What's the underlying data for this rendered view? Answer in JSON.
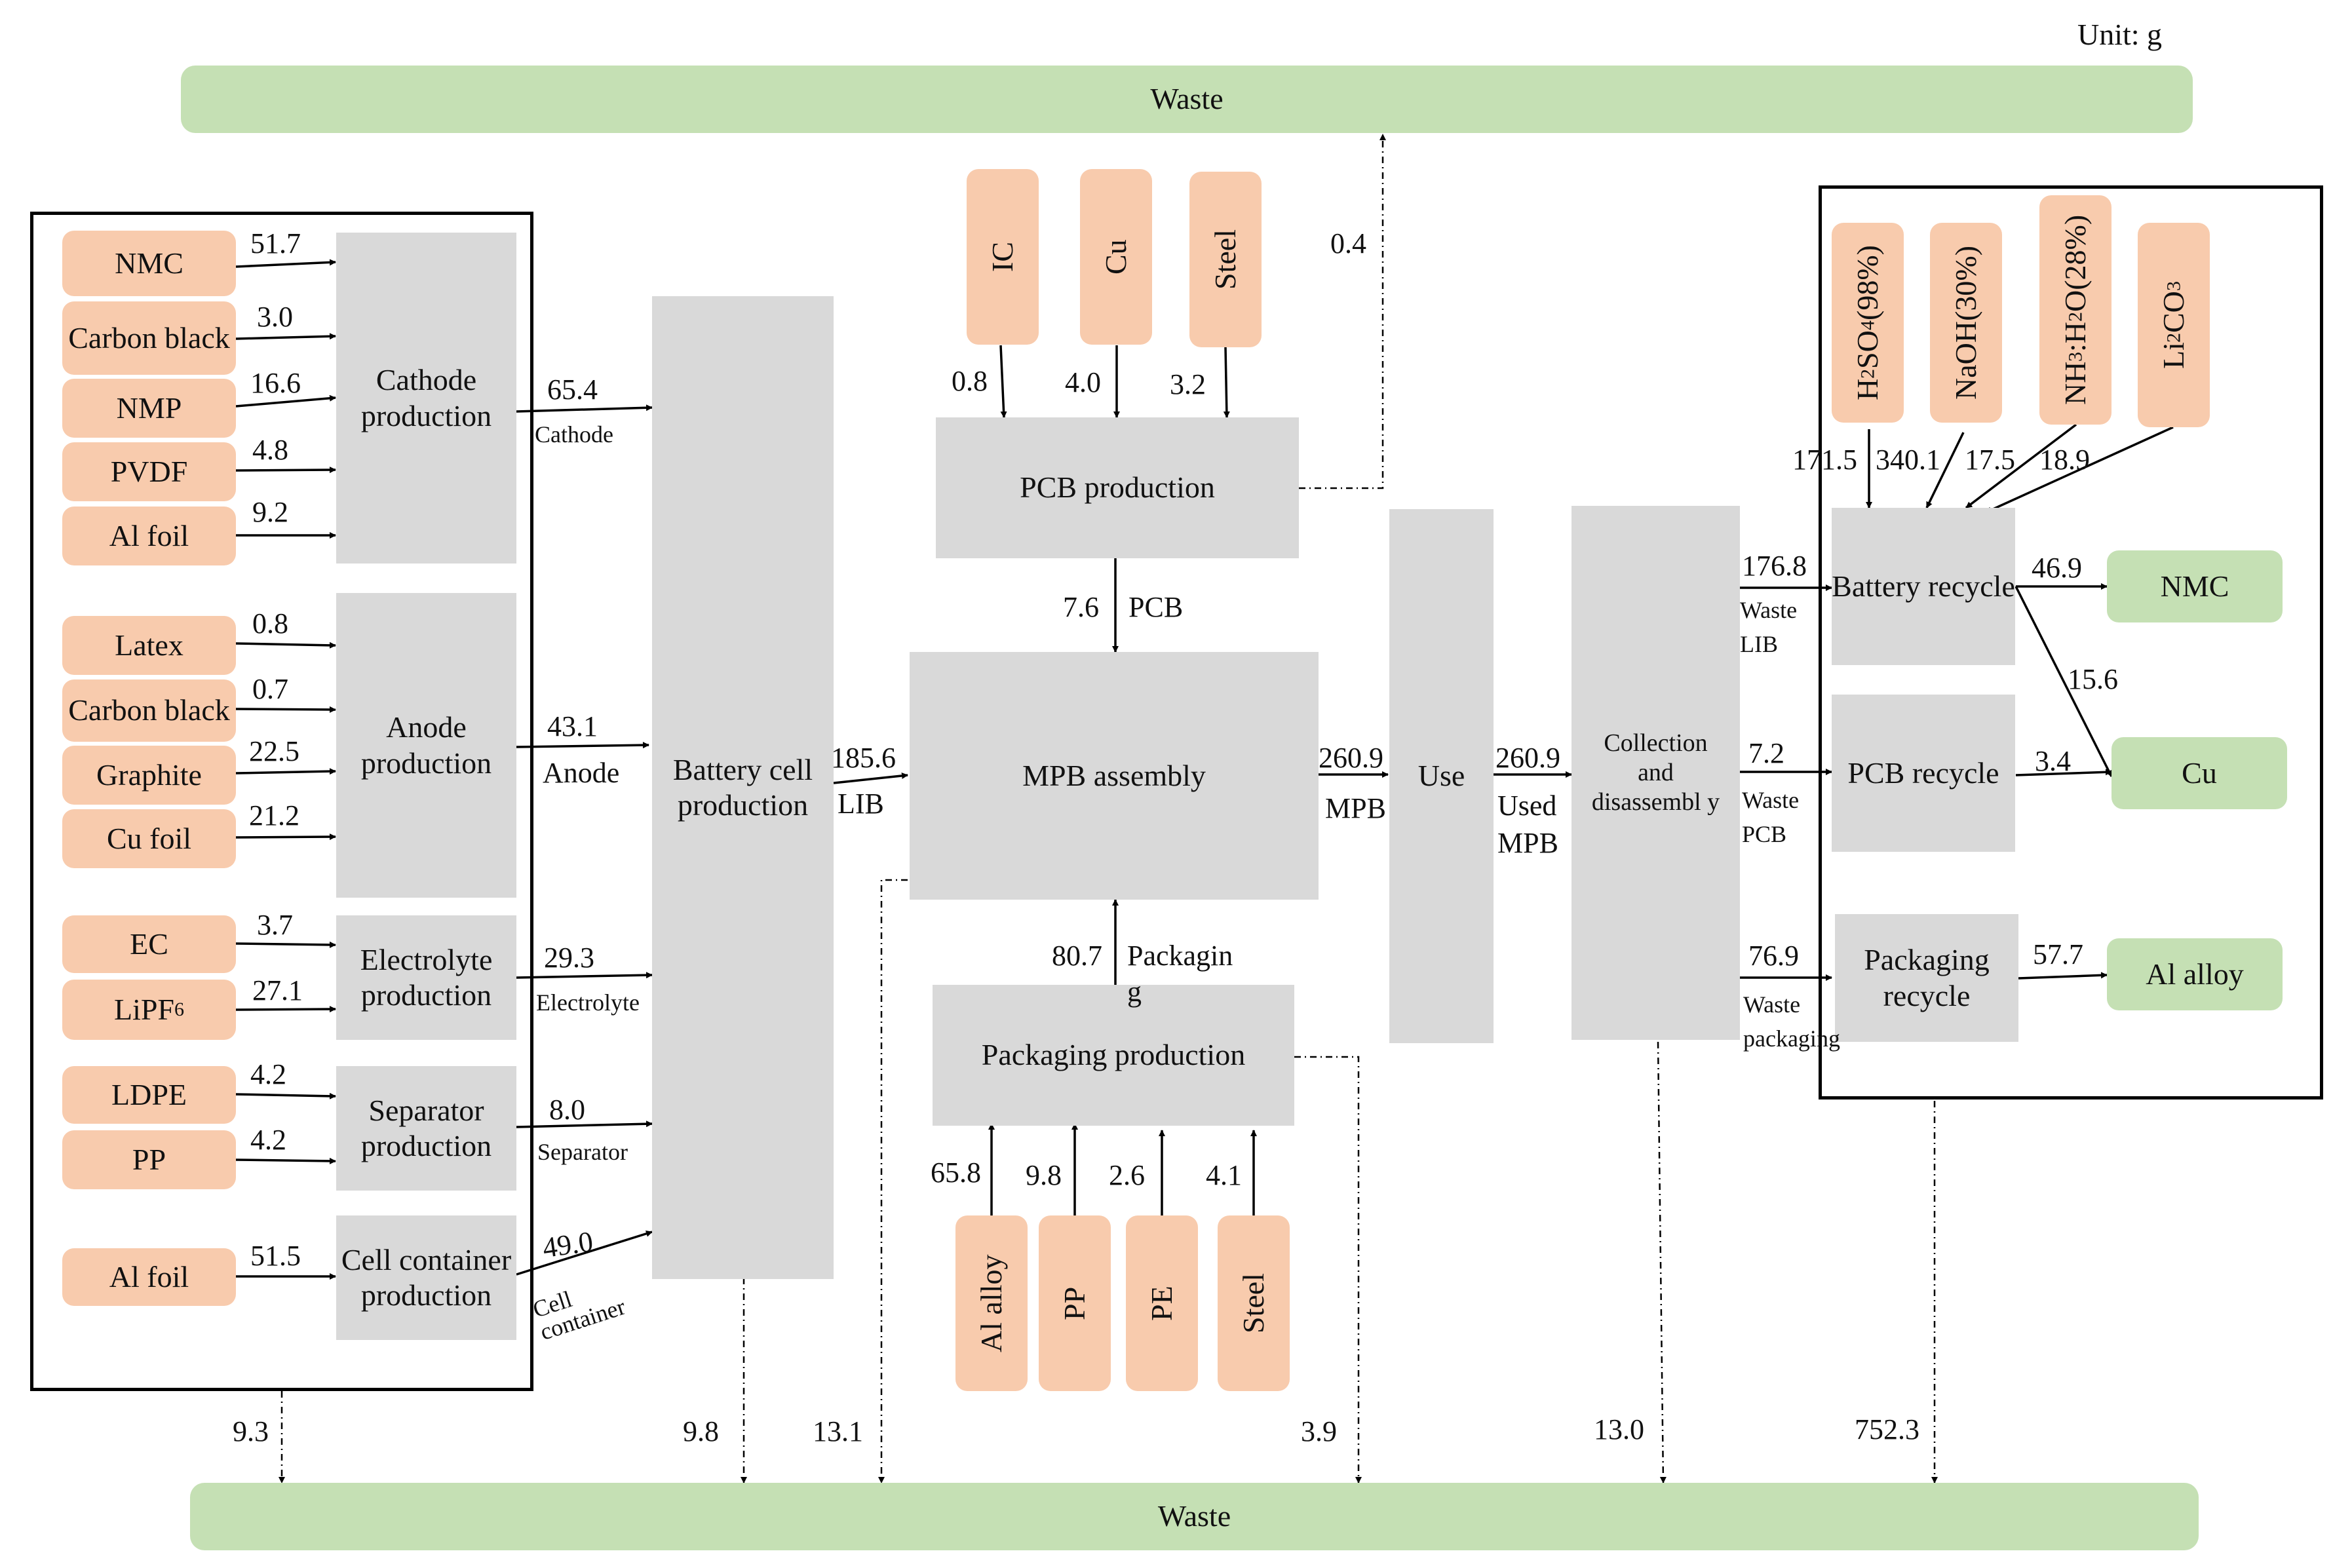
{
  "unit": "Unit: g",
  "waste": {
    "top": "Waste",
    "bottom": "Waste"
  },
  "materials_left": {
    "nmc": "NMC",
    "carbon_black_1": "Carbon black",
    "nmp": "NMP",
    "pvdf": "PVDF",
    "al_foil_1": "Al foil",
    "latex": "Latex",
    "carbon_black_2": "Carbon black",
    "graphite": "Graphite",
    "cu_foil": "Cu foil",
    "ec": "EC",
    "lipf6": "LiPF",
    "lipf6_sub": "6",
    "ldpe": "LDPE",
    "pp": "PP",
    "al_foil_2": "Al foil"
  },
  "processes": {
    "cathode": "Cathode production",
    "anode": "Anode production",
    "electrolyte": "Electrolyte production",
    "separator": "Separator production",
    "cell_container": "Cell container production",
    "battery_cell": "Battery cell production",
    "pcb_production": "PCB production",
    "mpb_assembly": "MPB assembly",
    "packaging_production": "Packaging production",
    "use": "Use",
    "collection": "Collection and disassembl y",
    "battery_recycle": "Battery recycle",
    "pcb_recycle": "PCB recycle",
    "packaging_recycle": "Packaging recycle"
  },
  "materials_pcb": {
    "ic": "IC",
    "cu": "Cu",
    "steel": "Steel"
  },
  "materials_packaging": {
    "al_alloy": "Al alloy",
    "pp": "PP",
    "pe": "PE",
    "steel": "Steel"
  },
  "materials_recycle": {
    "h2so4": {
      "a": "H",
      "b": "2",
      "c": "SO",
      "d": "4",
      "e": "(98%)"
    },
    "naoh": "NaOH(30%)",
    "nh3": {
      "a": "NH",
      "b": "3",
      "c": ":H",
      "d": "2",
      "e": "O(28%)"
    },
    "li2co3": {
      "a": "Li",
      "b": "2",
      "c": "CO",
      "d": "3"
    }
  },
  "outputs": {
    "nmc": "NMC",
    "cu": "Cu",
    "al_alloy": "Al alloy"
  },
  "flows": {
    "nmc": "51.7",
    "carbon_black_1": "3.0",
    "nmp": "16.6",
    "pvdf": "4.8",
    "al_foil_1": "9.2",
    "latex": "0.8",
    "carbon_black_2": "0.7",
    "graphite": "22.5",
    "cu_foil": "21.2",
    "ec": "3.7",
    "lipf6": "27.1",
    "ldpe": "4.2",
    "pp": "4.2",
    "al_foil_2": "51.5",
    "cathode": "65.4",
    "cathode_label": "Cathode",
    "anode": "43.1",
    "anode_label": "Anode",
    "electrolyte": "29.3",
    "electrolyte_label": "Electrolyte",
    "separator": "8.0",
    "separator_label": "Separator",
    "cell_container": "49.0",
    "cell_container_label": "Cell container",
    "lib": "185.6",
    "lib_label": "LIB",
    "ic": "0.8",
    "cu": "4.0",
    "steel_pcb": "3.2",
    "pcb_waste_top": "0.4",
    "pcb": "7.6",
    "pcb_label": "PCB",
    "packaging": "80.7",
    "packaging_label_a": "Packagin",
    "packaging_label_b": "g",
    "al_alloy_pack": "65.8",
    "pp_pack": "9.8",
    "pe_pack": "2.6",
    "steel_pack": "4.1",
    "mpb": "260.9",
    "mpb_label": "MPB",
    "used_mpb": "260.9",
    "used_mpb_label_a": "Used",
    "used_mpb_label_b": "MPB",
    "waste_lib": "176.8",
    "waste_lib_label_a": "Waste",
    "waste_lib_label_b": "LIB",
    "waste_pcb": "7.2",
    "waste_pcb_label_a": "Waste",
    "waste_pcb_label_b": "PCB",
    "waste_packaging": "76.9",
    "waste_packaging_label_a": "Waste",
    "waste_packaging_label_b": "packaging",
    "h2so4": "171.5",
    "naoh": "340.1",
    "nh3": "17.5",
    "li2co3": "18.9",
    "nmc_out": "46.9",
    "cu_from_battery": "15.6",
    "cu_from_pcb": "3.4",
    "al_out": "57.7",
    "waste_left": "9.3",
    "waste_cell": "9.8",
    "waste_mpb": "13.1",
    "waste_packaging_prod": "3.9",
    "waste_collection": "13.0",
    "waste_recycle": "752.3"
  }
}
